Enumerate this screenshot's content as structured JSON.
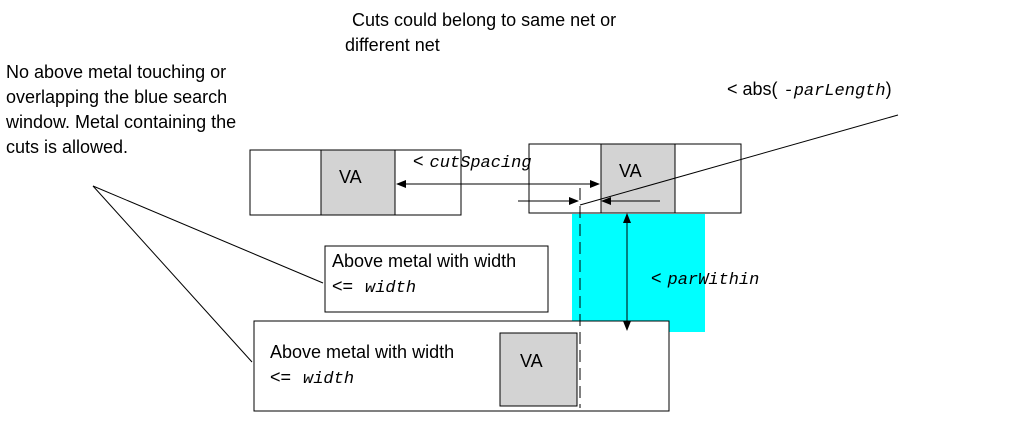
{
  "notes": {
    "cuts_line1": "Cuts could belong to same net or",
    "cuts_line2": "different net",
    "metal_line1": "No above metal touching or",
    "metal_line2": "overlapping the blue search",
    "metal_line3": "window. Metal containing the",
    "metal_line4": "cuts is allowed."
  },
  "labels": {
    "via_left": "VA",
    "via_right": "VA",
    "via_bottom": "VA",
    "cut_spacing_prefix": "<",
    "cut_spacing_param": "cutSpacing",
    "par_length_prefix": "< abs(",
    "par_length_param": "-parLength",
    "par_length_suffix": ")",
    "par_within_prefix": "<",
    "par_within_param": "parWithin"
  },
  "boxes": {
    "mid_line1": "Above metal with width",
    "mid_line2_prefix": "<=",
    "mid_line2_param": "width",
    "big_line1": "Above metal with width",
    "big_line2_prefix": "<=",
    "big_line2_param": "width"
  },
  "colors": {
    "search_window": "#00ffff",
    "via_fill": "#d3d3d3",
    "stroke": "#000000"
  }
}
